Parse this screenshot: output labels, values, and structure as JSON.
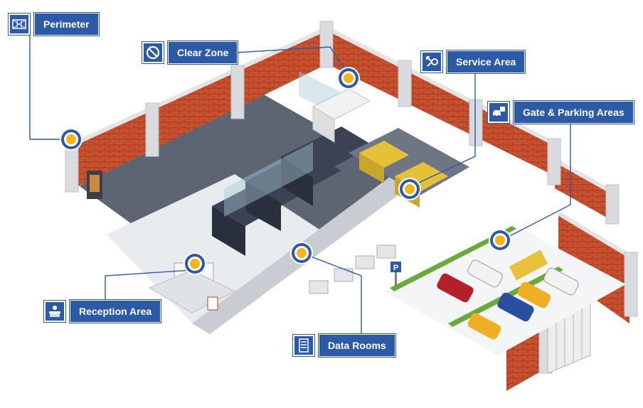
{
  "colors": {
    "label_bg": "#2d5aa7",
    "label_text": "#ffffff",
    "marker_ring": "#2d5aa7",
    "marker_core": "#f2b51b",
    "brick": "#c8502e",
    "floor": "#5d6573",
    "generator": "#e5c13a",
    "lawn": "#6aa93a"
  },
  "callouts": {
    "perimeter": {
      "label": "Perimeter",
      "icon": "fence-icon"
    },
    "clear_zone": {
      "label": "Clear Zone",
      "icon": "prohibited-icon"
    },
    "service_area": {
      "label": "Service Area",
      "icon": "tools-icon"
    },
    "gate_parking": {
      "label": "Gate & Parking Areas",
      "icon": "car-parking-icon"
    },
    "reception": {
      "label": "Reception Area",
      "icon": "reception-desk-icon"
    },
    "data_rooms": {
      "label": "Data Rooms",
      "icon": "server-rack-icon"
    }
  },
  "parking_sign": "P"
}
